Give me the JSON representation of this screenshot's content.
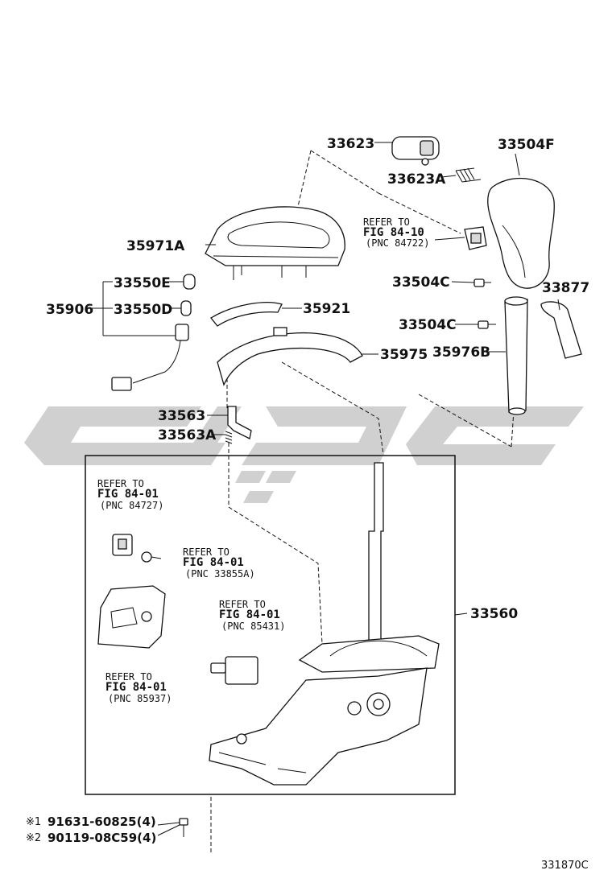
{
  "labels": {
    "p33623": "33623",
    "p33623a": "33623A",
    "p33504f": "33504F",
    "p35971a": "35971A",
    "p33550e": "33550E",
    "p35906": "35906",
    "p33550d": "33550D",
    "p35921": "35921",
    "p33504c_1": "33504C",
    "p33877": "33877",
    "p33504c_2": "33504C",
    "p35976b": "35976B",
    "p35975": "35975",
    "p33563": "33563",
    "p33563a": "33563A",
    "p33560": "33560"
  },
  "refers": [
    {
      "l1": "REFER TO",
      "l2": "FIG 84-10",
      "l3": "(PNC 84722)"
    },
    {
      "l1": "REFER TO",
      "l2": "FIG 84-01",
      "l3": "(PNC 84727)"
    },
    {
      "l1": "REFER TO",
      "l2": "FIG 84-01",
      "l3": "(PNC 33855A)"
    },
    {
      "l1": "REFER TO",
      "l2": "FIG 84-01",
      "l3": "(PNC 85431)"
    },
    {
      "l1": "REFER TO",
      "l2": "FIG 84-01",
      "l3": "(PNC 85937)"
    }
  ],
  "notes": [
    {
      "mark": "※1",
      "text": "91631-60825(4)"
    },
    {
      "mark": "※2",
      "text": "90119-08C59(4)"
    }
  ],
  "diagram_code": "331870C"
}
